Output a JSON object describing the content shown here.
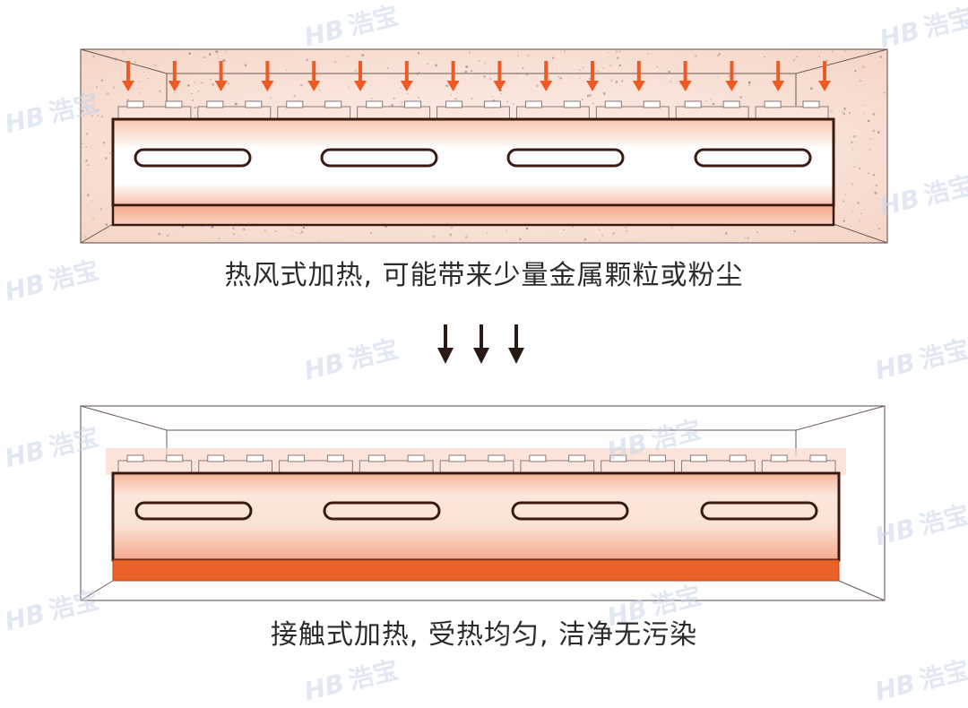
{
  "captions": {
    "top": "热风式加热, 可能带来少量金属颗粒或粉尘",
    "bottom": "接触式加热, 受热均匀, 洁净无污染"
  },
  "watermark": {
    "mark": "HB",
    "text": "浩宝"
  },
  "colors": {
    "arrow_hot": "#ee5a24",
    "arrow_dark": "#2a1a16",
    "outline": "#4a2418",
    "glow": "#f5b39a",
    "plate": "#ec6128",
    "chamber_fill": "#fbe9e2",
    "dust": "#9a8a86"
  },
  "top_panel": {
    "hot_air_arrows": 16,
    "connector_tabs": 9,
    "slots": 4
  },
  "bottom_panel": {
    "connector_tabs": 9,
    "slots": 4
  }
}
